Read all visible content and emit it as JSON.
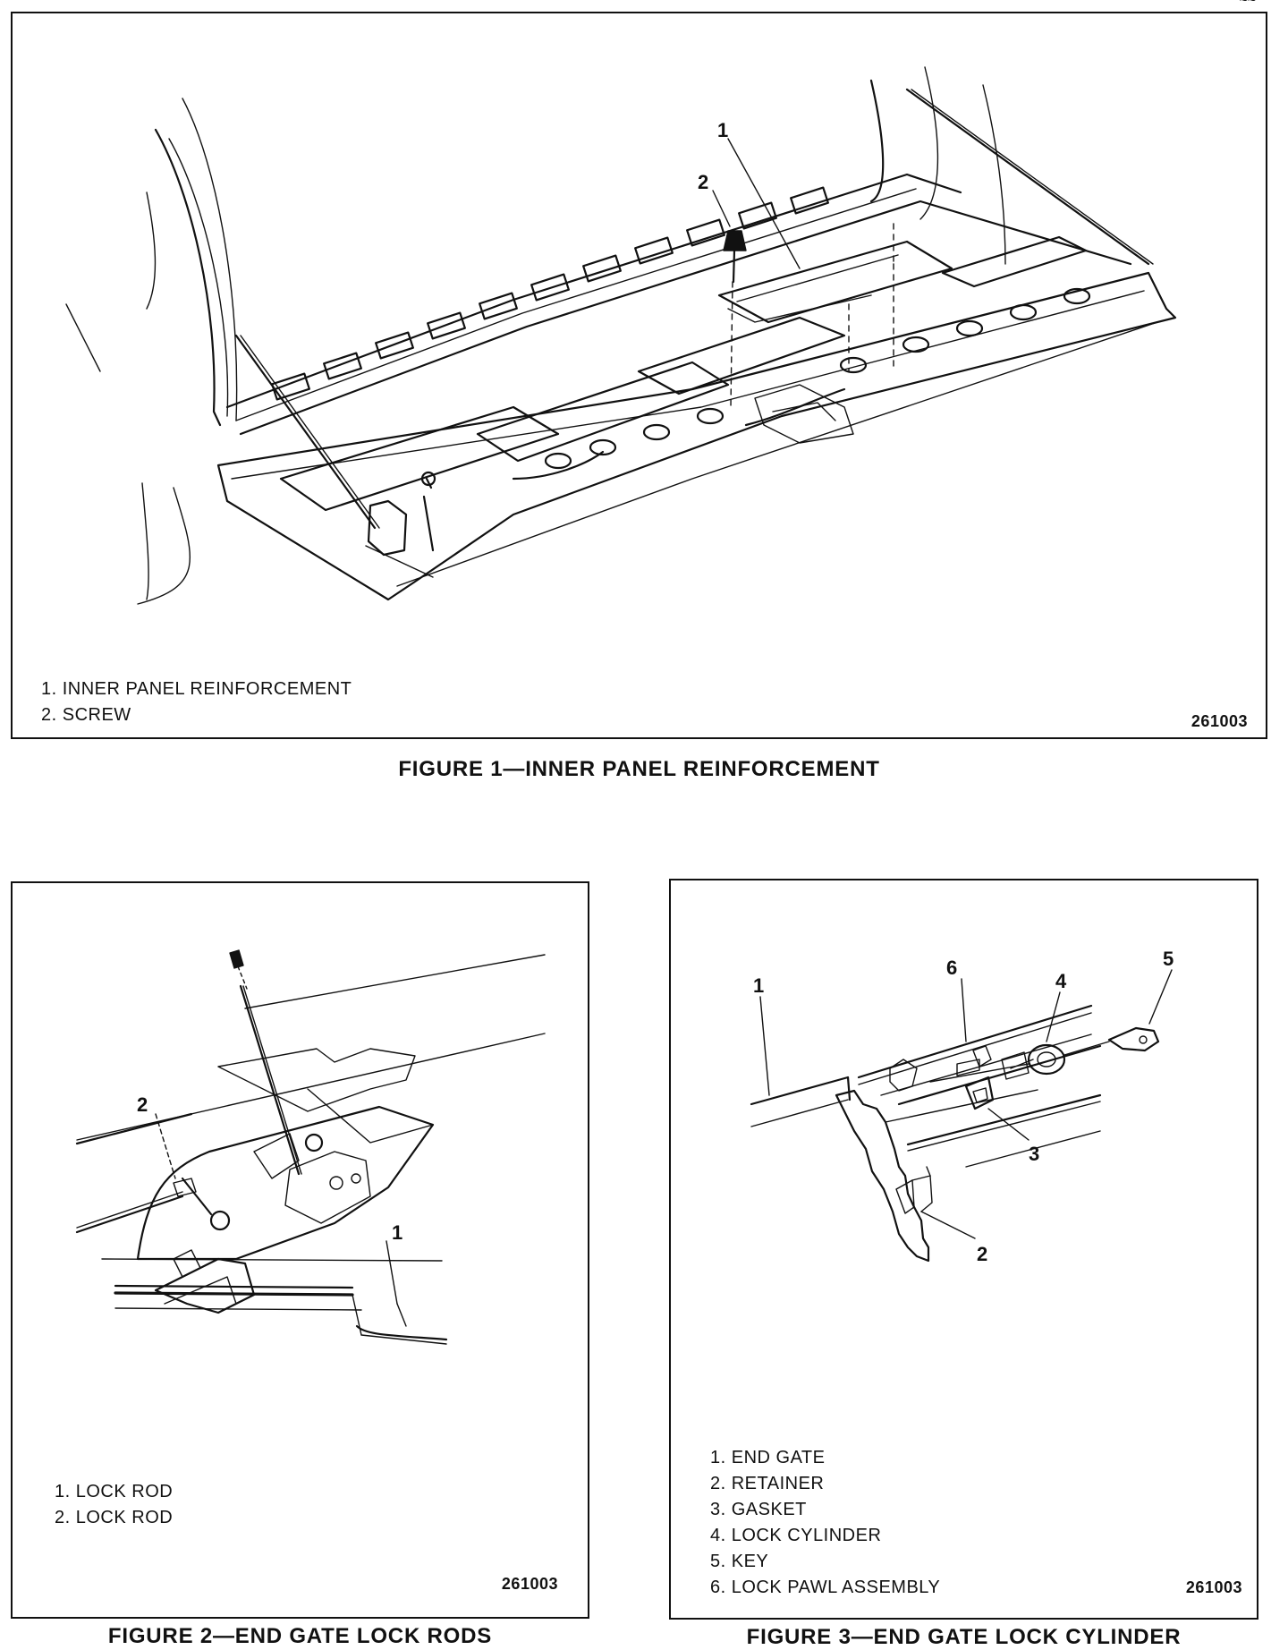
{
  "header_mark": "~~",
  "figure1": {
    "legend": [
      "1. INNER PANEL REINFORCEMENT",
      "2. SCREW"
    ],
    "code": "261003",
    "callouts": [
      "1",
      "2"
    ],
    "caption": "FIGURE 1—INNER PANEL REINFORCEMENT"
  },
  "figure2": {
    "legend": [
      "1. LOCK ROD",
      "2. LOCK ROD"
    ],
    "code": "261003",
    "callouts": [
      "2",
      "1"
    ],
    "caption": "FIGURE 2—END GATE LOCK RODS"
  },
  "figure3": {
    "legend": [
      "1. END GATE",
      "2. RETAINER",
      "3. GASKET",
      "4. LOCK CYLINDER",
      "5. KEY",
      "6. LOCK PAWL ASSEMBLY"
    ],
    "code": "261003",
    "callouts": [
      "6",
      "5",
      "4",
      "1",
      "3",
      "2"
    ],
    "caption": "FIGURE 3—END GATE LOCK CYLINDER"
  }
}
